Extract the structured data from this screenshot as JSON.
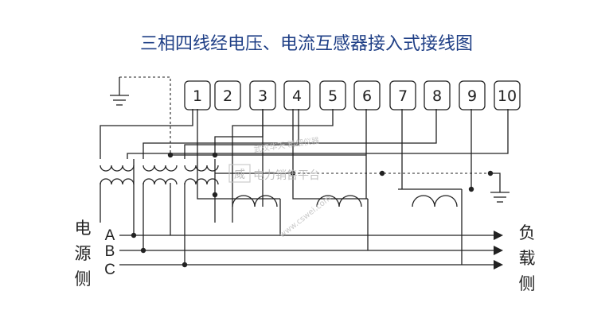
{
  "title": "三相四线经电压、电流互感器接入式接线图",
  "terminals": [
    "1",
    "2",
    "3",
    "4",
    "5",
    "6",
    "7",
    "8",
    "9",
    "10"
  ],
  "source_side_label": [
    "电",
    "源",
    "侧"
  ],
  "load_side_label": [
    "负",
    "载",
    "侧"
  ],
  "phases": [
    "A",
    "B",
    "C"
  ],
  "watermark": {
    "brand": "威",
    "text": "电力销售平台",
    "url": "www.cswei.com",
    "arc_text": "武汉华天 精细仪器"
  },
  "colors": {
    "title": "#1f3f86",
    "line": "#222222",
    "watermark": "#b5b5b5"
  }
}
